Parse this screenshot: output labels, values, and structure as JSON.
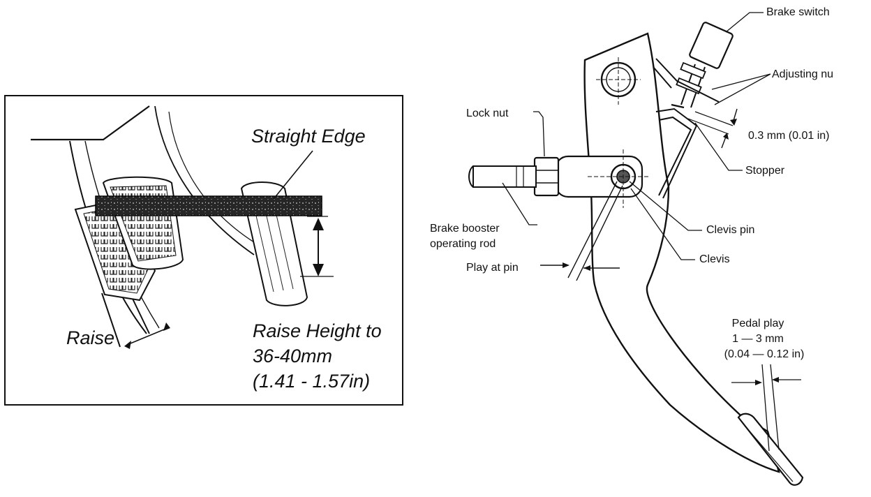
{
  "left_panel": {
    "straight_edge": "Straight Edge",
    "raise": "Raise",
    "raise_height_line1": "Raise Height to",
    "raise_height_line2": "36-40mm",
    "raise_height_line3": "(1.41 - 1.57in)"
  },
  "right_panel": {
    "brake_switch": "Brake switch",
    "adjusting_nut": "Adjusting nu",
    "clearance": "0.3 mm (0.01 in)",
    "stopper": "Stopper",
    "lock_nut": "Lock nut",
    "clevis_pin": "Clevis pin",
    "clevis": "Clevis",
    "booster_rod_line1": "Brake booster",
    "booster_rod_line2": "operating rod",
    "play_at_pin": "Play at pin",
    "pedal_play_line1": "Pedal play",
    "pedal_play_line2": "1 — 3 mm",
    "pedal_play_line3": "(0.04 — 0.12 in)"
  }
}
